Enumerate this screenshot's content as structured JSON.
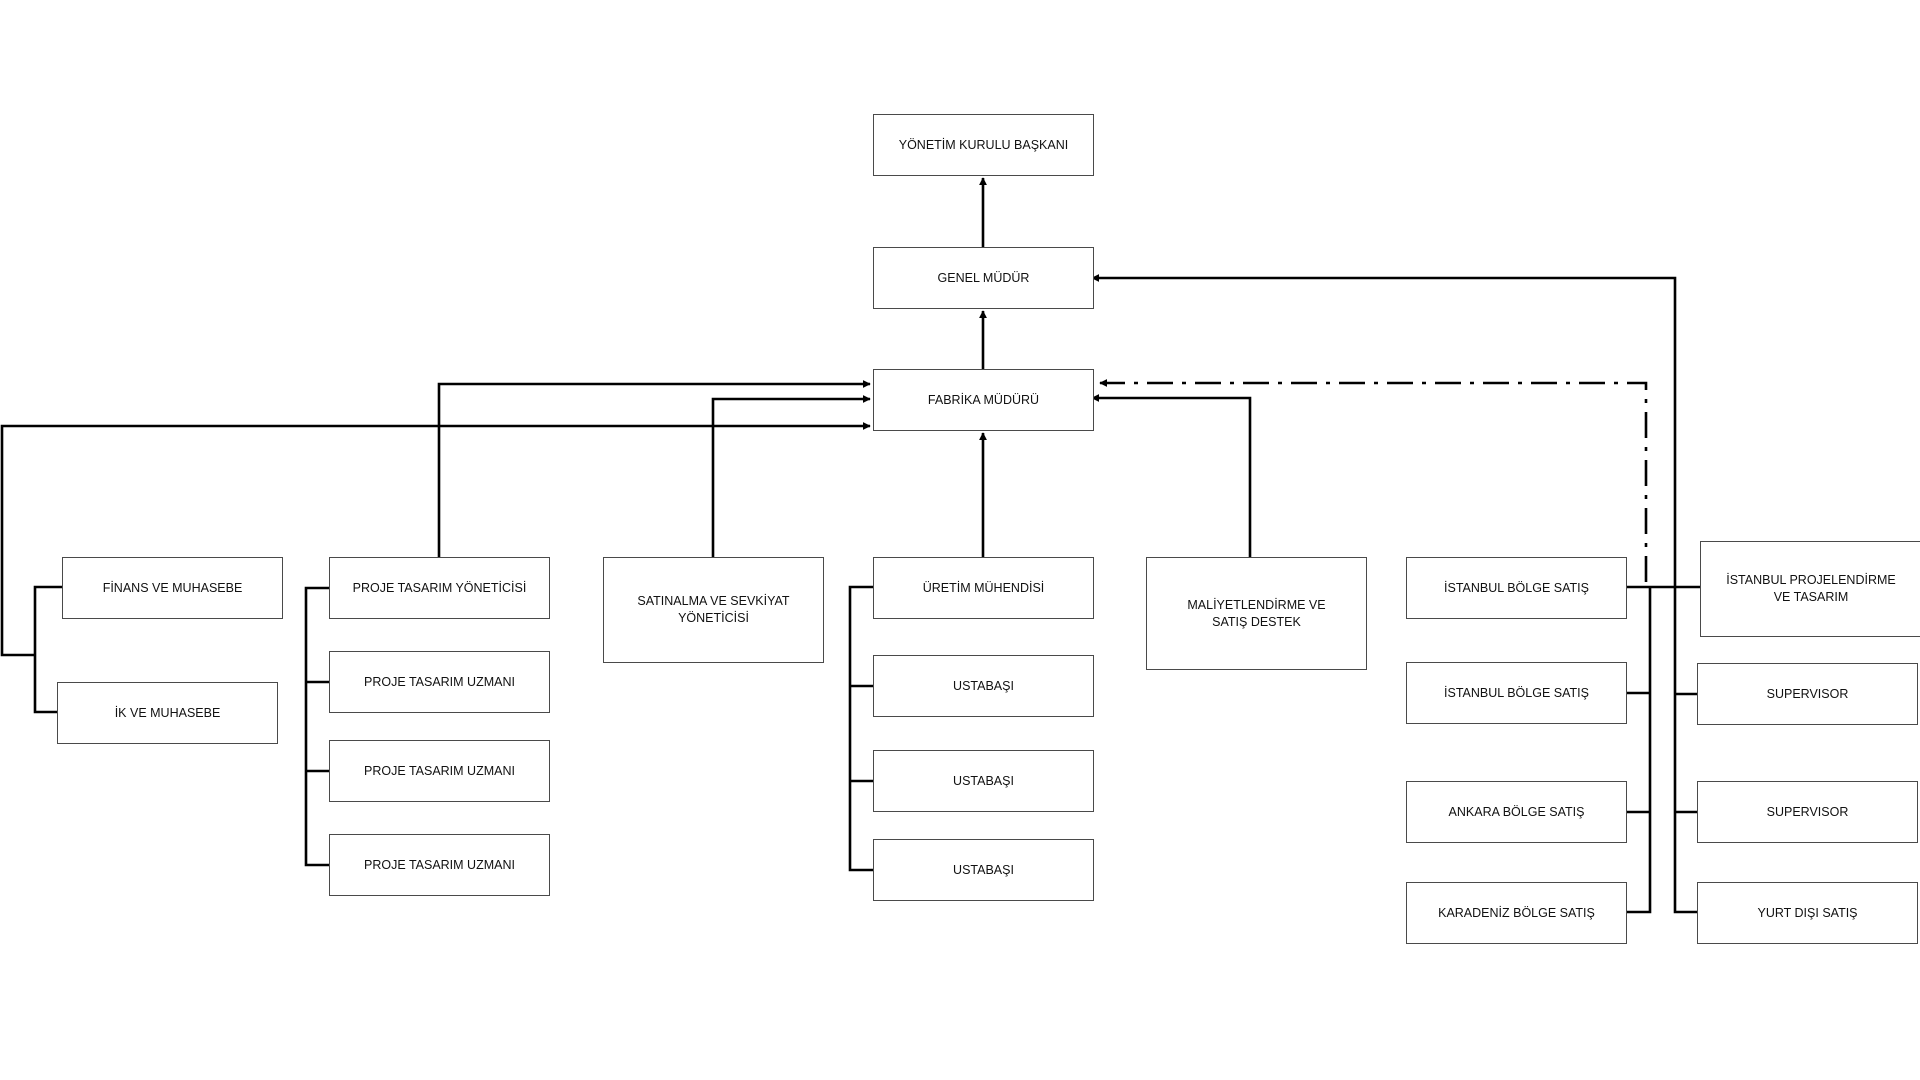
{
  "diagram": {
    "boxes": {
      "chairman": "YÖNETİM KURULU BAŞKANI",
      "general_manager": "GENEL MÜDÜR",
      "factory_manager": "FABRİKA MÜDÜRÜ",
      "finance": "FİNANS VE MUHASEBE",
      "hr": "İK VE MUHASEBE",
      "project_design_manager": "PROJE TASARIM YÖNETİCİSİ",
      "project_design_specialist_1": "PROJE TASARIM UZMANI",
      "project_design_specialist_2": "PROJE TASARIM UZMANI",
      "project_design_specialist_3": "PROJE TASARIM UZMANI",
      "purchasing_manager": "SATINALMA VE SEVKİYAT YÖNETİCİSİ",
      "production_engineer": "ÜRETİM MÜHENDİSİ",
      "foreman_1": "USTABAŞI",
      "foreman_2": "USTABAŞI",
      "foreman_3": "USTABAŞI",
      "costing_sales_support": "MALİYETLENDİRME VE SATIŞ DESTEK",
      "istanbul_sales_1": "İSTANBUL BÖLGE SATIŞ",
      "istanbul_sales_2": "İSTANBUL BÖLGE SATIŞ",
      "ankara_sales": "ANKARA BÖLGE SATIŞ",
      "black_sea_sales": "KARADENİZ BÖLGE SATIŞ",
      "istanbul_projects_design": "İSTANBUL PROJELENDİRME VE TASARIM",
      "supervisor_1": "SUPERVISOR",
      "supervisor_2": "SUPERVISOR",
      "export_sales": "YURT DIŞI SATIŞ"
    },
    "colors": {
      "line": "#000000",
      "box_border": "#4a4a4a",
      "text": "#111111"
    }
  }
}
